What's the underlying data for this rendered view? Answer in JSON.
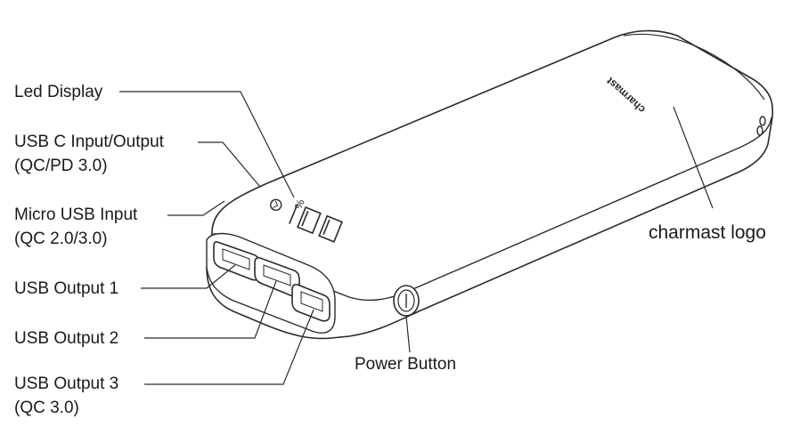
{
  "labels": {
    "led_display": "Led Display",
    "usb_c_line1": "USB C Input/Output",
    "usb_c_line2": "(QC/PD 3.0)",
    "micro_usb_line1": "Micro USB Input",
    "micro_usb_line2": "(QC 2.0/3.0)",
    "usb_output_1": "USB Output 1",
    "usb_output_2": "USB Output 2",
    "usb_output_3_line1": "USB Output 3",
    "usb_output_3_line2": "(QC 3.0)",
    "power_button": "Power Button",
    "charmast_logo": "charmast logo"
  },
  "device": {
    "brand_text": "charmast",
    "display_digits": "100",
    "display_unit": "%"
  }
}
